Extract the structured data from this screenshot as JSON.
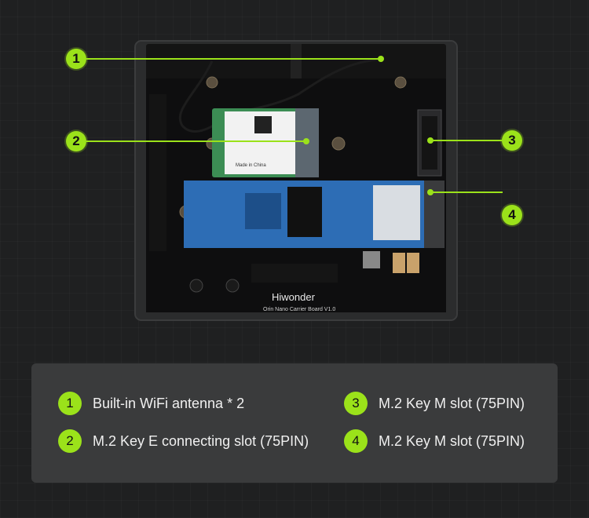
{
  "callouts": [
    {
      "number": "1",
      "text": "Built-in WiFi antenna * 2"
    },
    {
      "number": "2",
      "text": "M.2 Key E connecting slot (75PIN)"
    },
    {
      "number": "3",
      "text": "M.2 Key M slot (75PIN)"
    },
    {
      "number": "4",
      "text": "M.2 Key M slot (75PIN)"
    }
  ],
  "board": {
    "brand": "Hiwonder",
    "model": "Orin Nano Carrier Board V1.0",
    "wifi_module_text": "Made in China"
  },
  "colors": {
    "accent": "#9be21a",
    "legend_bg": "#3a3b3c",
    "ssd_blue": "#2d6db5"
  }
}
